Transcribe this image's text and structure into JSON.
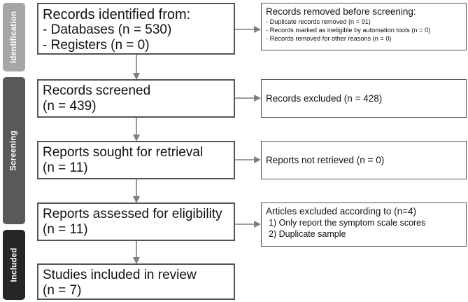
{
  "phases": [
    {
      "label": "Identification",
      "color": "#a6a6a6"
    },
    {
      "label": "Screening",
      "color": "#595959"
    },
    {
      "label": "Included",
      "color": "#262626"
    }
  ],
  "boxes": {
    "identified": {
      "lines": [
        "Records identified from:",
        "- Databases (n = 530)",
        "- Registers (n = 0)"
      ]
    },
    "removed": {
      "title": "Records removed before screening:",
      "items": [
        "- Duplicate records removed  (n = 91)",
        "- Records marked as ineligible by automation tools (n = 0)",
        "- Records removed for other reasons (n = 0)"
      ]
    },
    "screened": {
      "lines": [
        "Records screened",
        "(n = 439)"
      ]
    },
    "excluded": {
      "text": "Records excluded (n = 428)"
    },
    "sought": {
      "lines": [
        "Reports sought for retrieval",
        "(n = 11)"
      ]
    },
    "not_retrieved": {
      "text": "Reports not retrieved (n = 0)"
    },
    "assessed": {
      "lines": [
        "Reports assessed for eligibility",
        "(n = 11)"
      ]
    },
    "articles_excluded": {
      "title": "Articles excluded according to (n=4)",
      "items": [
        "1) Only report the symptom scale scores",
        "2) Duplicate sample"
      ]
    },
    "included": {
      "lines": [
        "Studies included in review",
        "(n = 7)"
      ]
    }
  }
}
